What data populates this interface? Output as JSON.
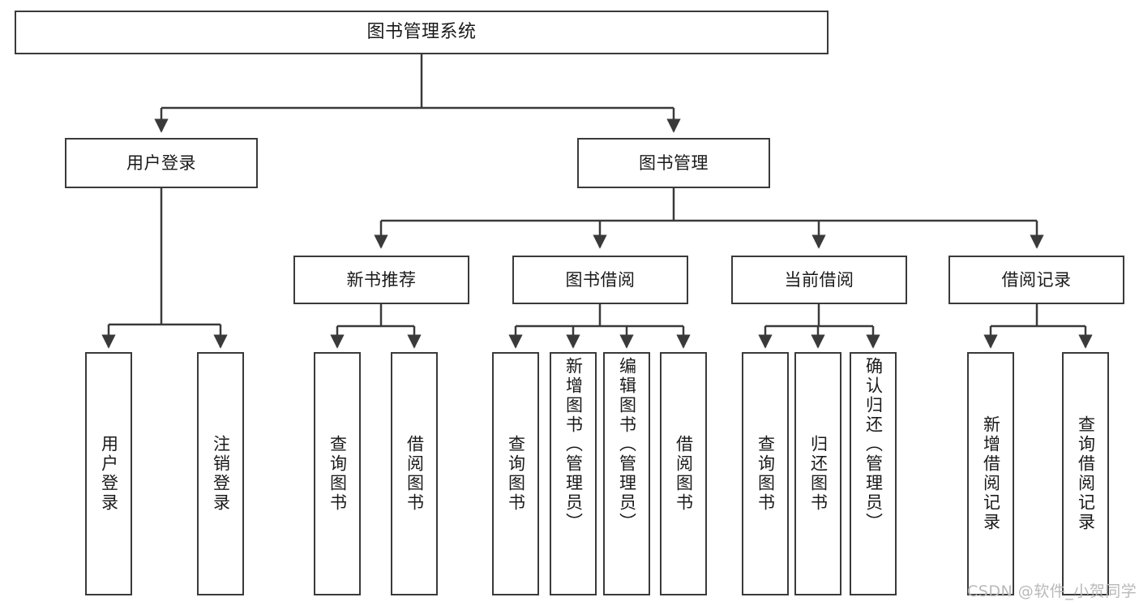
{
  "diagram": {
    "title": "图书管理系统",
    "type": "tree-hierarchy",
    "watermark": "CSDN @软件_小贺同学",
    "colors": {
      "border": "#3a3a3a",
      "background": "#ffffff",
      "text": "#1a1a1a",
      "watermark": "#b9b9b9"
    }
  },
  "nodes": {
    "root": {
      "label": "图书管理系统"
    },
    "level2": [
      {
        "id": "user-login",
        "label": "用户登录"
      },
      {
        "id": "book-management",
        "label": "图书管理"
      }
    ],
    "level3": [
      {
        "id": "new-book-recommend",
        "label": "新书推荐"
      },
      {
        "id": "book-borrow",
        "label": "图书借阅"
      },
      {
        "id": "current-borrow",
        "label": "当前借阅"
      },
      {
        "id": "borrow-record",
        "label": "借阅记录"
      }
    ],
    "leaves": [
      {
        "id": "leaf-user-login",
        "label": "用户登录",
        "parent": "user-login"
      },
      {
        "id": "leaf-logout",
        "label": "注销登录",
        "parent": "user-login"
      },
      {
        "id": "leaf-query-book-1",
        "label": "查询图书",
        "parent": "new-book-recommend"
      },
      {
        "id": "leaf-borrow-book-1",
        "label": "借阅图书",
        "parent": "new-book-recommend"
      },
      {
        "id": "leaf-query-book-2",
        "label": "查询图书",
        "parent": "book-borrow"
      },
      {
        "id": "leaf-add-book",
        "label": "新增图书（管理员）",
        "parent": "book-borrow"
      },
      {
        "id": "leaf-edit-book",
        "label": "编辑图书（管理员）",
        "parent": "book-borrow"
      },
      {
        "id": "leaf-borrow-book-2",
        "label": "借阅图书",
        "parent": "book-borrow"
      },
      {
        "id": "leaf-query-book-3",
        "label": "查询图书",
        "parent": "current-borrow"
      },
      {
        "id": "leaf-return-book",
        "label": "归还图书",
        "parent": "current-borrow"
      },
      {
        "id": "leaf-confirm-return",
        "label": "确认归还（管理员）",
        "parent": "current-borrow"
      },
      {
        "id": "leaf-add-record",
        "label": "新增借阅记录",
        "parent": "borrow-record"
      },
      {
        "id": "leaf-query-record",
        "label": "查询借阅记录",
        "parent": "borrow-record"
      }
    ]
  }
}
